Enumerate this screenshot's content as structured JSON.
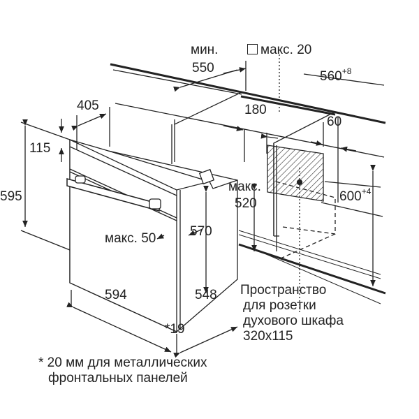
{
  "dimensions": {
    "min_label": "мин.",
    "min_550": "550",
    "max_20": "макс. 20",
    "d560": "560",
    "d560_tol": "+8",
    "d405": "405",
    "d180": "180",
    "d60": "60",
    "d115": "115",
    "d595": "595",
    "max_520_label": "макс.",
    "max_520": "520",
    "d600": "600",
    "d600_tol": "+4",
    "max_50": "макс. 50",
    "d570": "570",
    "d594": "594",
    "d548": "548",
    "d19": "*19"
  },
  "socket_note": [
    "Пространство",
    "для розетки",
    "духового шкафа",
    "320x115"
  ],
  "footnote": [
    "* 20 мм для металлических",
    "фронтальных панелей"
  ]
}
